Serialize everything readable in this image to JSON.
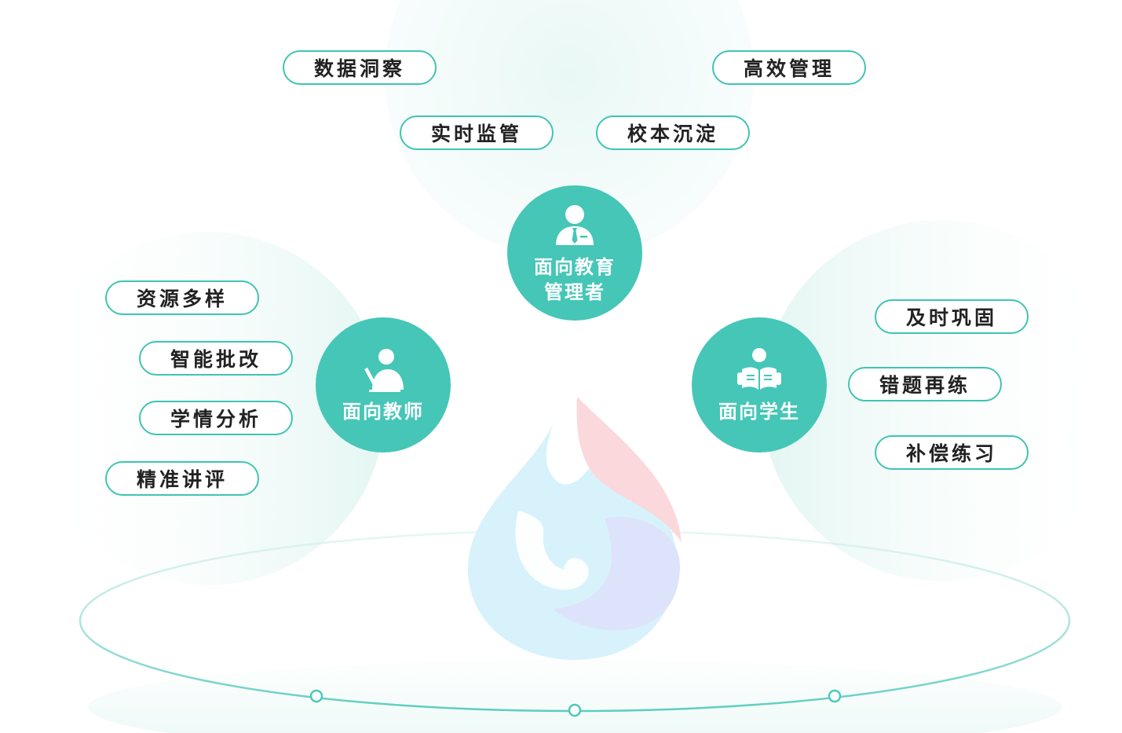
{
  "hubs": {
    "admin": {
      "line1": "面向教育",
      "line2": "管理者",
      "icon": "administrator-icon"
    },
    "teacher": {
      "label": "面向教师",
      "icon": "teacher-writing-icon"
    },
    "student": {
      "label": "面向学生",
      "icon": "student-reading-icon"
    }
  },
  "features": {
    "admin": [
      "数据洞察",
      "高效管理",
      "实时监管",
      "校本沉淀"
    ],
    "teacher": [
      "资源多样",
      "智能批改",
      "学情分析",
      "精准讲评"
    ],
    "student": [
      "及时巩固",
      "错题再练",
      "补偿练习"
    ]
  },
  "colors": {
    "accent": "#45c6b6",
    "pill_border": "#3fc4b3",
    "logo_blue": "#d8f2fb",
    "logo_pink": "#fbd8dc",
    "logo_lavender": "#dde3fb"
  },
  "logo": "watermark-drop-logo"
}
